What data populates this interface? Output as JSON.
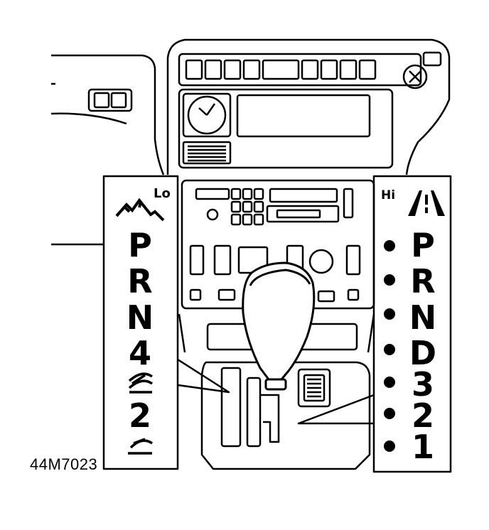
{
  "figure_ref": "44M7023",
  "left_panel": {
    "mode_label": "Lo",
    "mode_icon": "mountain-icon",
    "gears": [
      "P",
      "R",
      "N",
      "4",
      "2"
    ],
    "symbols": [
      "snow-3-icon",
      "snow-1-icon"
    ]
  },
  "right_panel": {
    "mode_label": "Hi",
    "mode_icon": "road-icon",
    "gears": [
      "P",
      "R",
      "N",
      "D",
      "3",
      "2",
      "1"
    ]
  }
}
